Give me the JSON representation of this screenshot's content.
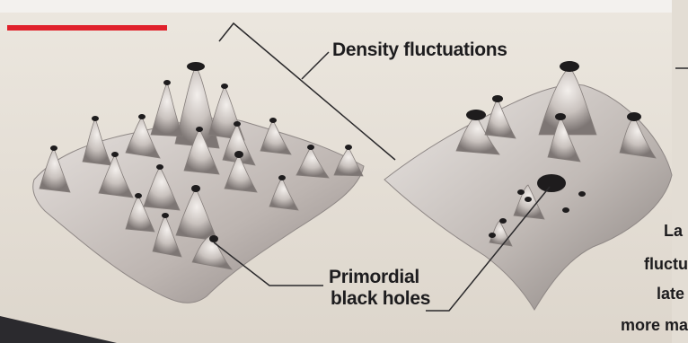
{
  "labels": {
    "density_fluctuations": "Density fluctuations",
    "primordial_line1": "Primordial",
    "primordial_line2": "black holes"
  },
  "cutoff_text": [
    "La",
    "fluctu",
    "late",
    "more ma"
  ],
  "colors": {
    "page": "#e9e3d9",
    "surface": "#cfc8c3",
    "red_rule": "#e0212b",
    "text": "#1d1c1e"
  }
}
